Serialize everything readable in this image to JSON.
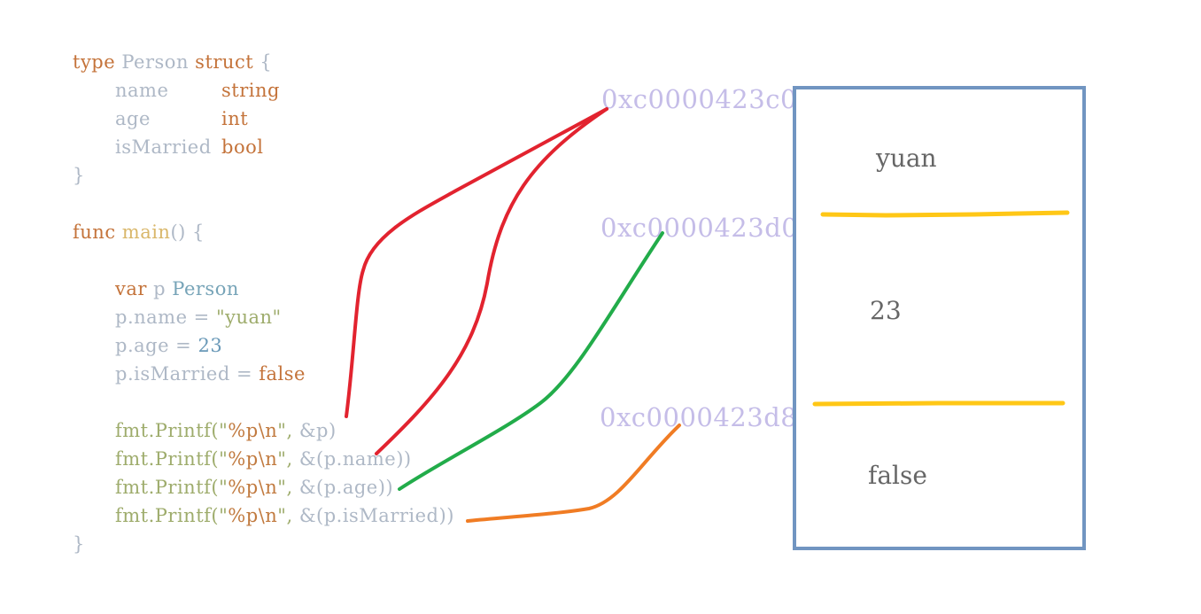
{
  "code": {
    "struct_kw_type": "type",
    "struct_name": "Person",
    "struct_kw_struct": "struct",
    "struct_open": "{",
    "fields": [
      {
        "name": "name",
        "type": "string"
      },
      {
        "name": "age",
        "type": "int"
      },
      {
        "name": "isMarried",
        "type": "bool"
      }
    ],
    "struct_close": "}",
    "func_kw": "func",
    "func_name": "main",
    "func_parens": "()",
    "func_open": "{",
    "var_kw": "var",
    "var_name": "p",
    "var_type": "Person",
    "assign_name_lhs": "p.name = ",
    "assign_name_rhs": "\"yuan\"",
    "assign_age_lhs": "p.age = ",
    "assign_age_rhs": "23",
    "assign_married_lhs": "p.isMarried = ",
    "assign_married_rhs": "false",
    "printf_fn": "fmt.Printf(",
    "printf_q1": "\"",
    "printf_fmt": "%p\\n",
    "printf_q2": "\", ",
    "printf_args": [
      "&p)",
      "&(p.name))",
      "&(p.age))",
      "&(p.isMarried))"
    ],
    "func_close": "}"
  },
  "addresses": [
    "0xc0000423c0",
    "0xc0000423d0",
    "0xc0000423d8"
  ],
  "memory_cells": [
    "yuan",
    "23",
    "false"
  ],
  "colors": {
    "arrow_p": "#e2232f",
    "arrow_name": "#e2232f",
    "arrow_age": "#22ac4a",
    "arrow_married": "#f07c24",
    "cell_divider": "#ffc716",
    "box_border": "#7195c1",
    "address_text": "#c5bde8"
  }
}
